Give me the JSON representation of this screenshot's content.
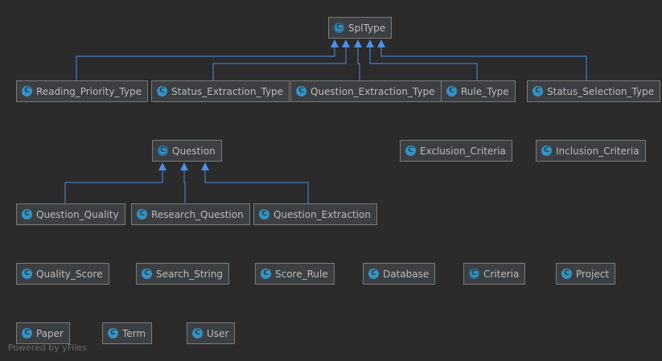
{
  "watermark": "Powered by yFiles",
  "colors": {
    "edge": "#4e8ee8",
    "node_bg": "#3c3f41",
    "icon": "#3592c4"
  },
  "nodes": {
    "spltype": {
      "label": "SplType",
      "kind": "abstract",
      "icon": "abstract-class-icon"
    },
    "reading_priority_type": {
      "label": "Reading_Priority_Type",
      "kind": "class",
      "icon": "class-icon"
    },
    "status_extraction_type": {
      "label": "Status_Extraction_Type",
      "kind": "class",
      "icon": "class-icon"
    },
    "question_extraction_type": {
      "label": "Question_Extraction_Type",
      "kind": "class",
      "icon": "class-icon"
    },
    "rule_type": {
      "label": "Rule_Type",
      "kind": "class",
      "icon": "class-icon"
    },
    "status_selection_type": {
      "label": "Status_Selection_Type",
      "kind": "class",
      "icon": "class-icon"
    },
    "question": {
      "label": "Question",
      "kind": "abstract",
      "icon": "abstract-class-icon"
    },
    "exclusion_criteria": {
      "label": "Exclusion_Criteria",
      "kind": "class",
      "icon": "class-icon"
    },
    "inclusion_criteria": {
      "label": "Inclusion_Criteria",
      "kind": "class",
      "icon": "class-icon"
    },
    "question_quality": {
      "label": "Question_Quality",
      "kind": "class",
      "icon": "class-icon"
    },
    "research_question": {
      "label": "Research_Question",
      "kind": "class",
      "icon": "class-icon"
    },
    "question_extraction": {
      "label": "Question_Extraction",
      "kind": "class",
      "icon": "class-icon"
    },
    "quality_score": {
      "label": "Quality_Score",
      "kind": "class",
      "icon": "class-icon"
    },
    "search_string": {
      "label": "Search_String",
      "kind": "class",
      "icon": "class-icon"
    },
    "score_rule": {
      "label": "Score_Rule",
      "kind": "class",
      "icon": "class-icon"
    },
    "database": {
      "label": "Database",
      "kind": "class",
      "icon": "class-icon"
    },
    "criteria": {
      "label": "Criteria",
      "kind": "abstract",
      "icon": "abstract-class-icon"
    },
    "project": {
      "label": "Project",
      "kind": "class",
      "icon": "class-icon"
    },
    "paper": {
      "label": "Paper",
      "kind": "class",
      "icon": "class-icon"
    },
    "term": {
      "label": "Term",
      "kind": "class",
      "icon": "class-icon"
    },
    "user": {
      "label": "User",
      "kind": "class",
      "icon": "class-icon"
    }
  },
  "edges": [
    {
      "from": "reading_priority_type",
      "to": "spltype"
    },
    {
      "from": "status_extraction_type",
      "to": "spltype"
    },
    {
      "from": "question_extraction_type",
      "to": "spltype"
    },
    {
      "from": "rule_type",
      "to": "spltype"
    },
    {
      "from": "status_selection_type",
      "to": "spltype"
    },
    {
      "from": "question_quality",
      "to": "question"
    },
    {
      "from": "research_question",
      "to": "question"
    },
    {
      "from": "question_extraction",
      "to": "question"
    }
  ]
}
